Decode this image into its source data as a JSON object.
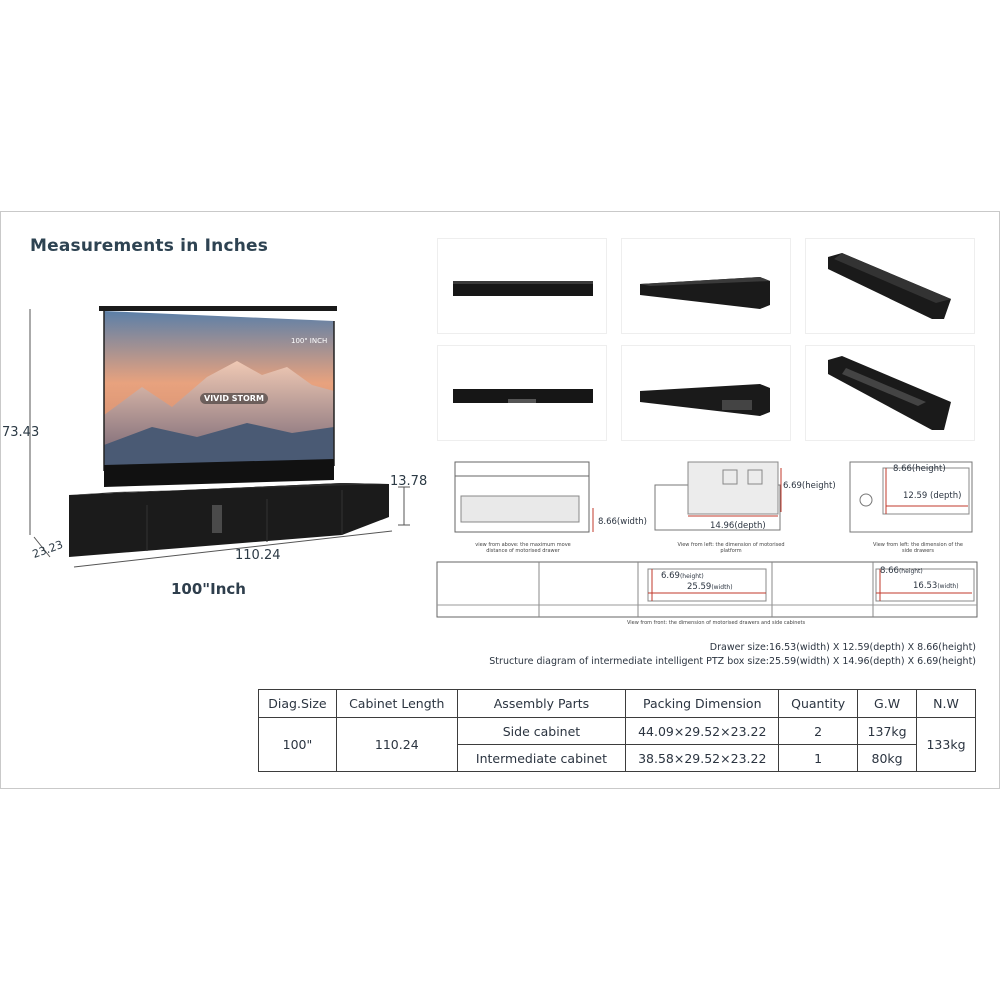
{
  "title": "Measurements in Inches",
  "screen_label": "100\" INCH",
  "logo_text": "VIVID STORM",
  "dims": {
    "height": "73.43",
    "cabinet_height": "13.78",
    "depth": "23.23",
    "width": "110.24",
    "size_label": "100\"Inch"
  },
  "diagrams": {
    "top_view": {
      "label": "8.66(width)",
      "caption": "view from above: the maximum move distance of motorised drawer"
    },
    "left_view_platform": {
      "label_height": "6.69(height)",
      "label_depth": "14.96(depth)",
      "caption": "View from left: the dimension of motorised platform"
    },
    "left_view_drawers": {
      "label_height": "8.66(height)",
      "label_depth": "12.59 (depth)",
      "caption": "View from left: the dimension of the side drawers"
    },
    "front_view": {
      "mid_height": "6.69",
      "mid_height_unit": "(height)",
      "mid_width": "25.59",
      "mid_width_unit": "(width)",
      "right_height": "8.66",
      "right_height_unit": "(height)",
      "right_width": "16.53",
      "right_width_unit": "(width)",
      "caption": "View from front: the dimension of motorised drawers and side cabinets"
    }
  },
  "notes": {
    "drawer": "Drawer size:16.53(width) X 12.59(depth) X 8.66(height)",
    "ptz": "Structure diagram of intermediate intelligent PTZ box size:25.59(width) X 14.96(depth) X 6.69(height)"
  },
  "table": {
    "headers": [
      "Diag.Size",
      "Cabinet Length",
      "Assembly Parts",
      "Packing Dimension",
      "Quantity",
      "G.W",
      "N.W"
    ],
    "diag_size": "100\"",
    "cabinet_length": "110.24",
    "net_weight": "133kg",
    "rows": [
      {
        "part": "Side cabinet",
        "packing": "44.09×29.52×23.22",
        "quantity": "2",
        "gw": "137kg"
      },
      {
        "part": "Intermediate cabinet",
        "packing": "38.58×29.52×23.22",
        "quantity": "1",
        "gw": "80kg"
      }
    ]
  }
}
